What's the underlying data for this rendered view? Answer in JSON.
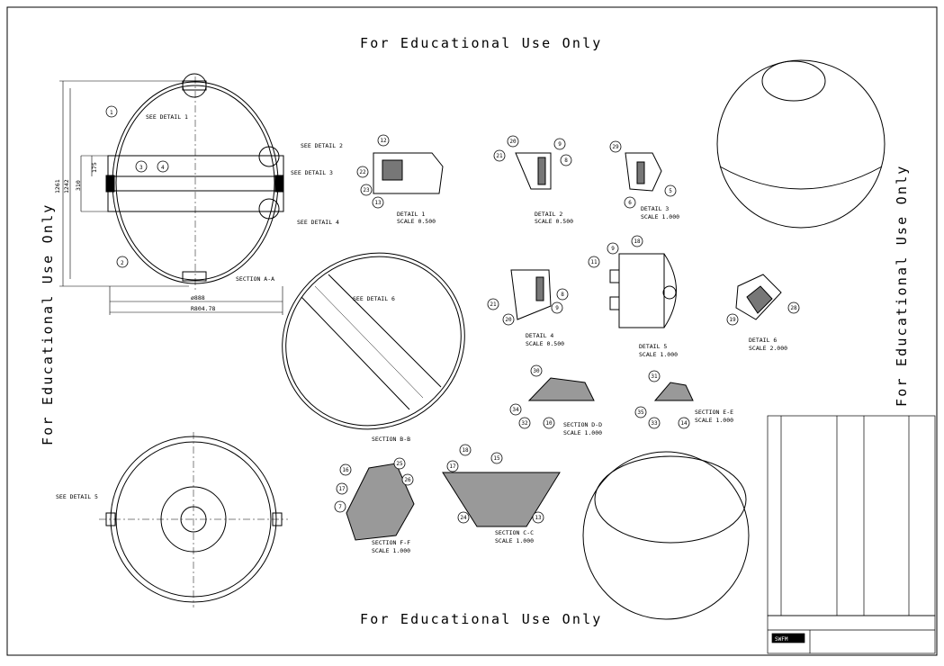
{
  "watermark": "For Educational Use Only",
  "views": {
    "section_aa": {
      "title": "SECTION A-A",
      "detail1": "SEE DETAIL 1",
      "detail2": "SEE DETAIL 2",
      "detail3": "SEE DETAIL 3",
      "detail4": "SEE DETAIL 4",
      "dim_height": "1261",
      "dim_inner": "1242",
      "dim_band": "310",
      "dim_small": "175",
      "dim_diam": "ø888",
      "dim_width": "R804.78"
    },
    "section_bb": {
      "title": "SECTION B-B",
      "detail6": "SEE DETAIL 6"
    },
    "bottom_view": {
      "detail5": "SEE DETAIL 5"
    },
    "detail1": {
      "title": "DETAIL 1",
      "scale": "SCALE 0.500"
    },
    "detail2": {
      "title": "DETAIL 2",
      "scale": "SCALE 0.500"
    },
    "detail3": {
      "title": "DETAIL 3",
      "scale": "SCALE 1.000"
    },
    "detail4": {
      "title": "DETAIL 4",
      "scale": "SCALE 0.500"
    },
    "detail5": {
      "title": "DETAIL 5",
      "scale": "SCALE 1.000"
    },
    "detail6": {
      "title": "DETAIL 6",
      "scale": "SCALE 2.000"
    },
    "section_dd": {
      "title": "SECTION D-D",
      "scale": "SCALE 1.000"
    },
    "section_ee": {
      "title": "SECTION E-E",
      "scale": "SCALE 1.000"
    },
    "section_ff": {
      "title": "SECTION F-F",
      "scale": "SCALE 1.000"
    },
    "section_cc": {
      "title": "SECTION C-C",
      "scale": "SCALE 1.000"
    }
  },
  "balloons": {
    "b1": "1",
    "b2": "2",
    "b3": "3",
    "b4": "4",
    "d1a": "12",
    "d1b": "22",
    "d1c": "23",
    "d1d": "13",
    "d2a": "20",
    "d2b": "21",
    "d2c": "9",
    "d2d": "8",
    "d3a": "29",
    "d3b": "5",
    "d3c": "6",
    "d4a": "21",
    "d4b": "20",
    "d4c": "8",
    "d4d": "9",
    "d5a": "11",
    "d5b": "9",
    "d5c": "18",
    "d6a": "19",
    "d6b": "28",
    "dda": "30",
    "ddb": "34",
    "ddc": "32",
    "ddd": "10",
    "eea": "31",
    "eeb": "35",
    "eec": "33",
    "eed": "14",
    "ffa": "16",
    "ffb": "17",
    "ffc": "7",
    "ffd": "25",
    "ffe": "26",
    "cca": "18",
    "ccb": "15",
    "ccc": "17",
    "ccd": "24",
    "cce": "13"
  },
  "title_block": {
    "logo": "SWFM"
  }
}
